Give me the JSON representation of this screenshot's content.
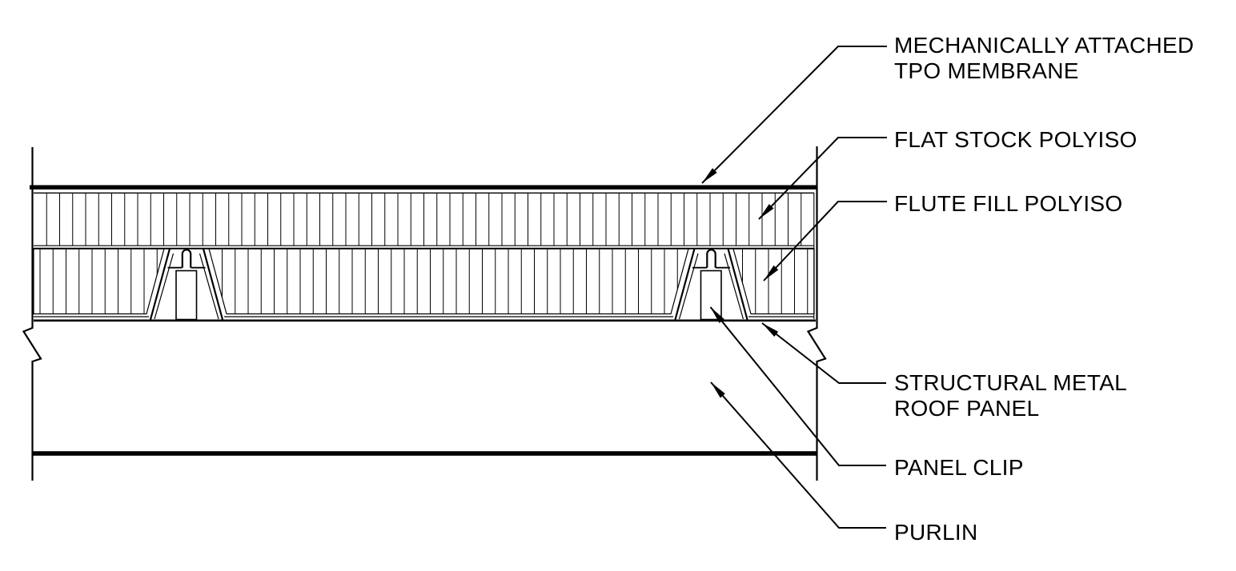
{
  "colors": {
    "ink": "#000000",
    "paper": "#ffffff"
  },
  "callouts": {
    "tpo_membrane": {
      "line1": "MECHANICALLY ATTACHED",
      "line2": "TPO MEMBRANE"
    },
    "flat_stock": {
      "line1": "FLAT STOCK POLYISO"
    },
    "flute_fill": {
      "line1": "FLUTE FILL POLYISO"
    },
    "roof_panel": {
      "line1": "STRUCTURAL METAL",
      "line2": "ROOF PANEL"
    },
    "panel_clip": {
      "line1": "PANEL CLIP"
    },
    "purlin": {
      "line1": "PURLIN"
    }
  }
}
